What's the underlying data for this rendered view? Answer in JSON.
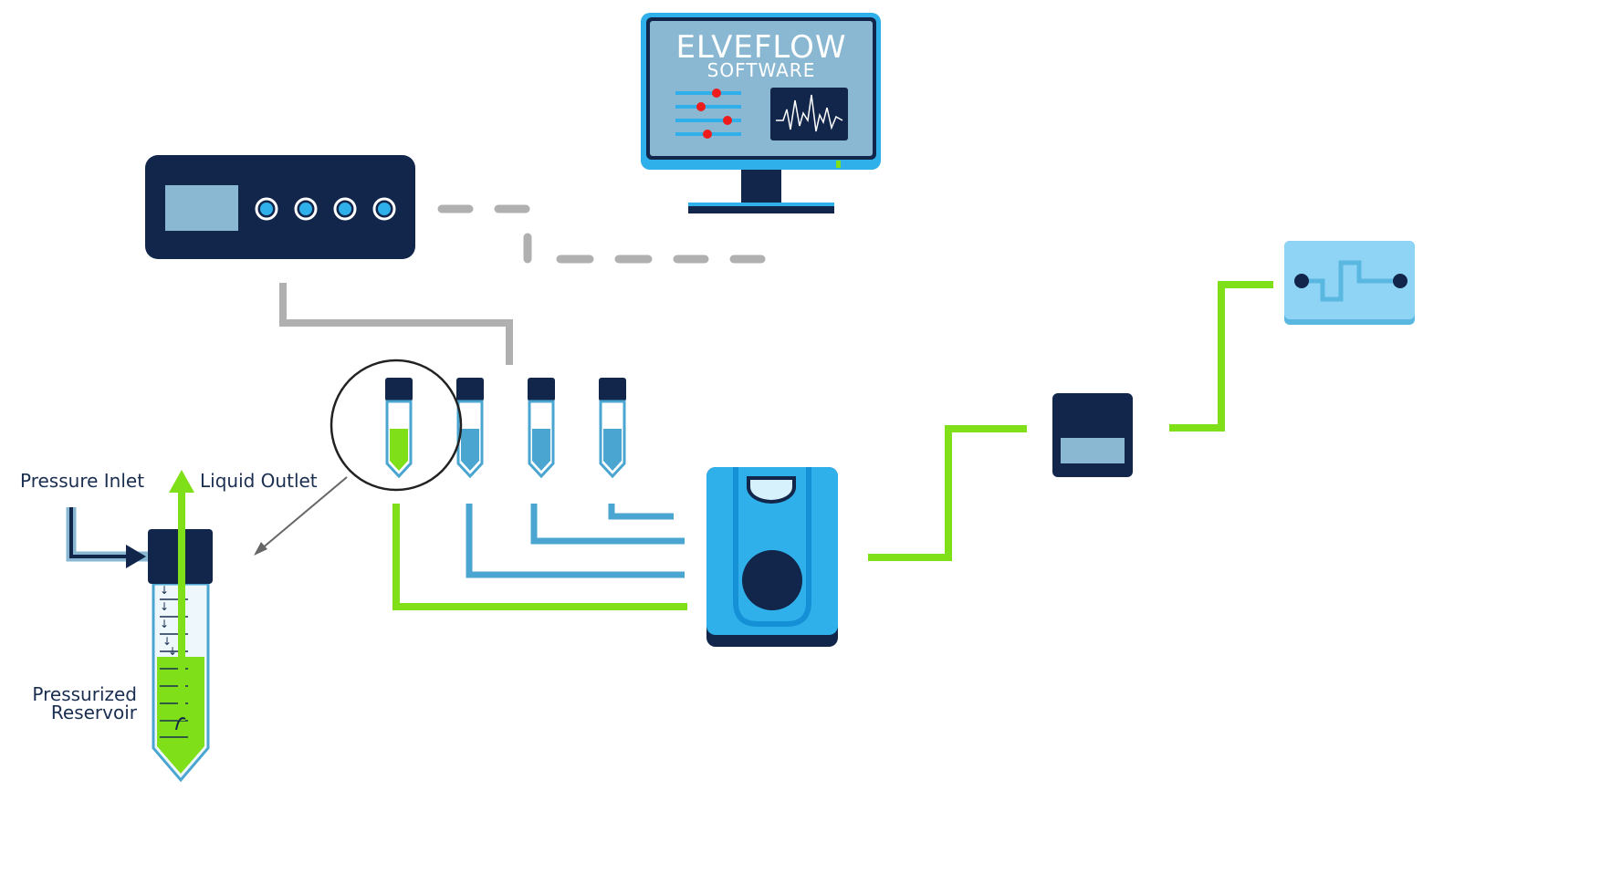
{
  "monitor": {
    "title": "ELVEFLOW",
    "subtitle": "SOFTWARE"
  },
  "labels": {
    "pressure_inlet": "Pressure Inlet",
    "liquid_outlet": "Liquid Outlet",
    "pressurized_line1": "Pressurized",
    "pressurized_line2": "Reservoir"
  },
  "colors": {
    "navy": "#11264a",
    "light_blue": "#8ab8d2",
    "tube_blue": "#4aa6d0",
    "bright_blue": "#2fb0ea",
    "green": "#7fe01a",
    "gray": "#b0b0b0",
    "chip_blue": "#8fd3f5"
  },
  "icons": [
    "monitor-icon",
    "pressure-controller-icon",
    "reservoir-tube-icon",
    "valve-icon",
    "flow-sensor-icon",
    "microfluidic-chip-icon",
    "magnifier-circle-icon"
  ]
}
